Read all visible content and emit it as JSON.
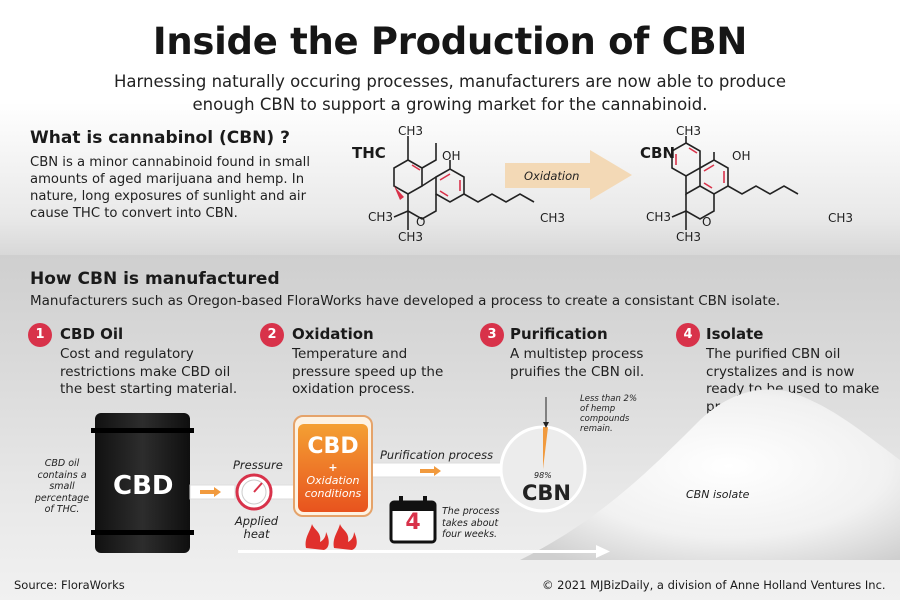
{
  "header": {
    "title": "Inside the Production of CBN",
    "subtitle": "Harnessing naturally occuring processes, manufacturers are now able to produce enough CBN to support a growing market for the cannabinoid."
  },
  "what_is": {
    "heading": "What is cannabinol (CBN) ?",
    "body": "CBN is a minor cannabinoid found in small amounts of aged marijuana and hemp. In nature, long exposures of sunlight and air cause THC to convert into CBN."
  },
  "molecules": {
    "thc_label": "THC",
    "cbn_label": "CBN",
    "arrow_label": "Oxidation",
    "ch3": "CH3",
    "oh": "OH",
    "o": "O"
  },
  "how": {
    "heading": "How CBN is manufactured",
    "body": "Manufacturers such as Oregon-based FloraWorks have developed a process to create a consistant CBN isolate."
  },
  "steps": [
    {
      "num": "1",
      "title": "CBD Oil",
      "body": "Cost and regulatory restrictions make CBD oil the best starting material."
    },
    {
      "num": "2",
      "title": "Oxidation",
      "body": "Temperature and pressure speed up the oxidation process."
    },
    {
      "num": "3",
      "title": "Purification",
      "body": "A multistep process pruifies the CBN oil."
    },
    {
      "num": "4",
      "title": "Isolate",
      "body": "The purified CBN oil crystalizes and is now ready to be used to make products."
    }
  ],
  "illustration": {
    "barrel_note": "CBD oil contains a small percentage of THC.",
    "barrel_label": "CBD",
    "pressure_label": "Pressure",
    "applied_heat_label": "Applied heat",
    "tank_label": "CBD",
    "tank_plus": "+",
    "tank_sub": "Oxidation conditions",
    "purification_label": "Purification process",
    "calendar_digit": "4",
    "calendar_note": "The process takes about four weeks.",
    "hemp_note": "Less than 2% of hemp compounds remain.",
    "pie_pct": "98%",
    "pie_label": "CBN",
    "isolate_label": "CBN isolate"
  },
  "colors": {
    "accent_red": "#d8324a",
    "barrel": "#1c1c1c",
    "tank_orange": "#ef7d1e",
    "arrow_tan": "#f3d9b6",
    "flame": "#e0302c"
  },
  "footer": {
    "source": "Source: FloraWorks",
    "copyright": "© 2021 MJBizDaily, a division of Anne Holland Ventures Inc."
  }
}
